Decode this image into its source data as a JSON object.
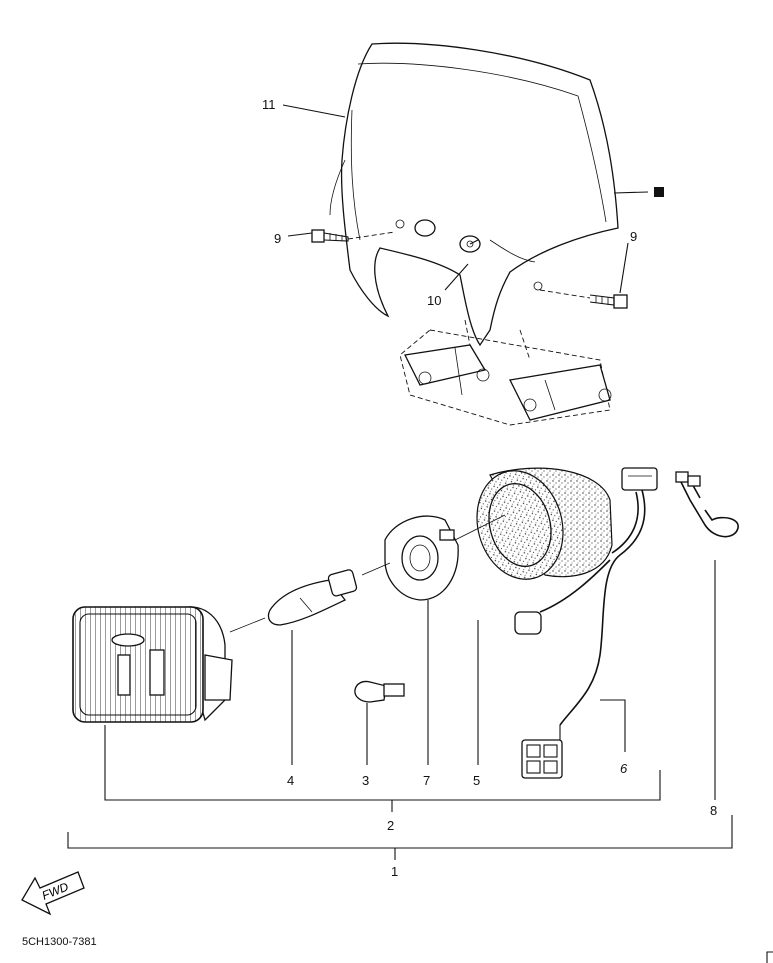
{
  "diagram": {
    "part_code": "5CH1300-7381",
    "fwd_label": "FWD",
    "callouts": [
      {
        "id": "c11",
        "label": "11"
      },
      {
        "id": "c9a",
        "label": "9"
      },
      {
        "id": "c9b",
        "label": "9"
      },
      {
        "id": "c10",
        "label": "10"
      },
      {
        "id": "c4",
        "label": "4"
      },
      {
        "id": "c3",
        "label": "3"
      },
      {
        "id": "c7",
        "label": "7"
      },
      {
        "id": "c5",
        "label": "5"
      },
      {
        "id": "c6",
        "label": "6"
      },
      {
        "id": "c8",
        "label": "8"
      },
      {
        "id": "c2",
        "label": "2"
      },
      {
        "id": "c1",
        "label": "1"
      }
    ]
  }
}
